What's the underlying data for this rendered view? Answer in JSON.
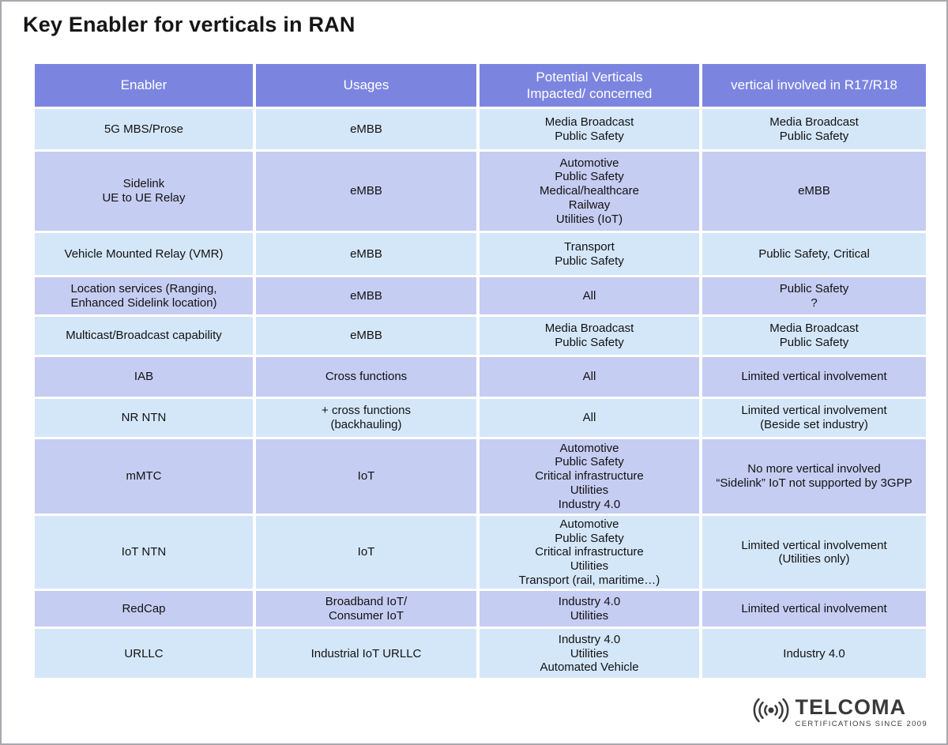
{
  "title": "Key Enabler for verticals in RAN",
  "colors": {
    "header_bg": "#7b85e0",
    "header_text": "#ffffff",
    "row_blue": "#d4e7f9",
    "row_lilac": "#c6cdf2",
    "cell_text": "#121212",
    "frame_border": "#a8a8ad",
    "logo_text": "#3a3a3a"
  },
  "table": {
    "headers": [
      "Enabler",
      "Usages",
      "Potential Verticals\nImpacted/ concerned",
      "vertical involved in R17/R18"
    ],
    "rows": [
      {
        "enabler": "5G MBS/Prose",
        "usages": "eMBB",
        "impacted": "Media Broadcast\nPublic Safety",
        "r1718": "Media Broadcast\nPublic Safety"
      },
      {
        "enabler": "Sidelink\nUE to UE Relay",
        "usages": "eMBB",
        "impacted": "Automotive\nPublic Safety\nMedical/healthcare\nRailway\nUtilities (IoT)",
        "r1718": "eMBB"
      },
      {
        "enabler": "Vehicle Mounted Relay (VMR)",
        "usages": "eMBB",
        "impacted": "Transport\nPublic Safety",
        "r1718": "Public Safety, Critical"
      },
      {
        "enabler": "Location services (Ranging,\nEnhanced Sidelink location)",
        "usages": "eMBB",
        "impacted": "All",
        "r1718": "Public Safety\n?"
      },
      {
        "enabler": "Multicast/Broadcast capability",
        "usages": "eMBB",
        "impacted": "Media Broadcast\nPublic Safety",
        "r1718": "Media Broadcast\nPublic Safety"
      },
      {
        "enabler": "IAB",
        "usages": "Cross functions",
        "impacted": "All",
        "r1718": "Limited vertical involvement"
      },
      {
        "enabler": "NR NTN",
        "usages": "+ cross functions\n(backhauling)",
        "impacted": "All",
        "r1718": "Limited vertical involvement\n(Beside set industry)"
      },
      {
        "enabler": "mMTC",
        "usages": "IoT",
        "impacted": "Automotive\nPublic Safety\nCritical infrastructure\nUtilities\nIndustry 4.0",
        "r1718": "No more vertical involved\n“Sidelink” IoT not supported by 3GPP"
      },
      {
        "enabler": "IoT NTN",
        "usages": "IoT",
        "impacted": "Automotive\nPublic Safety\nCritical infrastructure\nUtilities\nTransport (rail, maritime…)",
        "r1718": "Limited vertical involvement\n(Utilities only)"
      },
      {
        "enabler": "RedCap",
        "usages": "Broadband IoT/\nConsumer IoT",
        "impacted": "Industry 4.0\nUtilities",
        "r1718": "Limited vertical involvement"
      },
      {
        "enabler": "URLLC",
        "usages": "Industrial IoT URLLC",
        "impacted": "Industry 4.0\nUtilities\nAutomated Vehicle",
        "r1718": "Industry 4.0"
      }
    ]
  },
  "logo": {
    "name": "TELCOMA",
    "tagline": "CERTIFICATIONS SINCE 2009"
  }
}
